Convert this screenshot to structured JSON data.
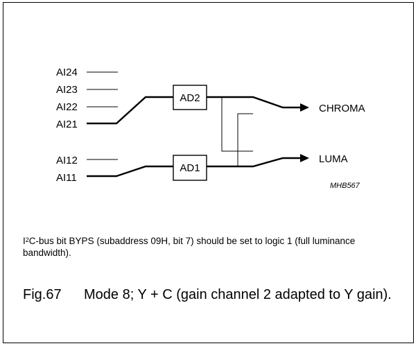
{
  "diagram": {
    "inputs_top": [
      "AI24",
      "AI23",
      "AI22",
      "AI21"
    ],
    "inputs_bottom": [
      "AI12",
      "AI11"
    ],
    "blocks": {
      "ad2": "AD2",
      "ad1": "AD1"
    },
    "outputs": {
      "chroma": "CHROMA",
      "luma": "LUMA"
    },
    "code": "MHB567"
  },
  "note": {
    "prefix": "I",
    "superscript": "2",
    "text": "C-bus bit BYPS (subaddress 09H, bit 7) should be set to logic 1 (full luminance bandwidth)."
  },
  "caption": {
    "number": "Fig.67",
    "text": "Mode 8; Y + C (gain channel 2 adapted to Y gain)."
  }
}
